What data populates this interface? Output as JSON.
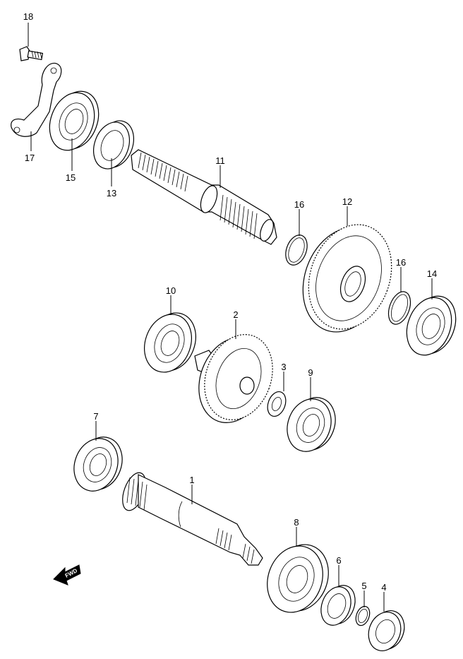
{
  "callouts": [
    {
      "id": "1",
      "text": "1"
    },
    {
      "id": "2",
      "text": "2"
    },
    {
      "id": "3",
      "text": "3"
    },
    {
      "id": "4",
      "text": "4"
    },
    {
      "id": "5",
      "text": "5"
    },
    {
      "id": "6",
      "text": "6"
    },
    {
      "id": "7",
      "text": "7"
    },
    {
      "id": "8",
      "text": "8"
    },
    {
      "id": "9",
      "text": "9"
    },
    {
      "id": "10",
      "text": "10"
    },
    {
      "id": "11",
      "text": "11"
    },
    {
      "id": "12",
      "text": "12"
    },
    {
      "id": "13",
      "text": "13"
    },
    {
      "id": "14",
      "text": "14"
    },
    {
      "id": "15",
      "text": "15"
    },
    {
      "id": "16a",
      "text": "16"
    },
    {
      "id": "16b",
      "text": "16"
    },
    {
      "id": "17",
      "text": "17"
    },
    {
      "id": "18",
      "text": "18"
    }
  ],
  "fwd_label": "FWD",
  "icons": {
    "fwd": "fwd-arrow-icon"
  }
}
